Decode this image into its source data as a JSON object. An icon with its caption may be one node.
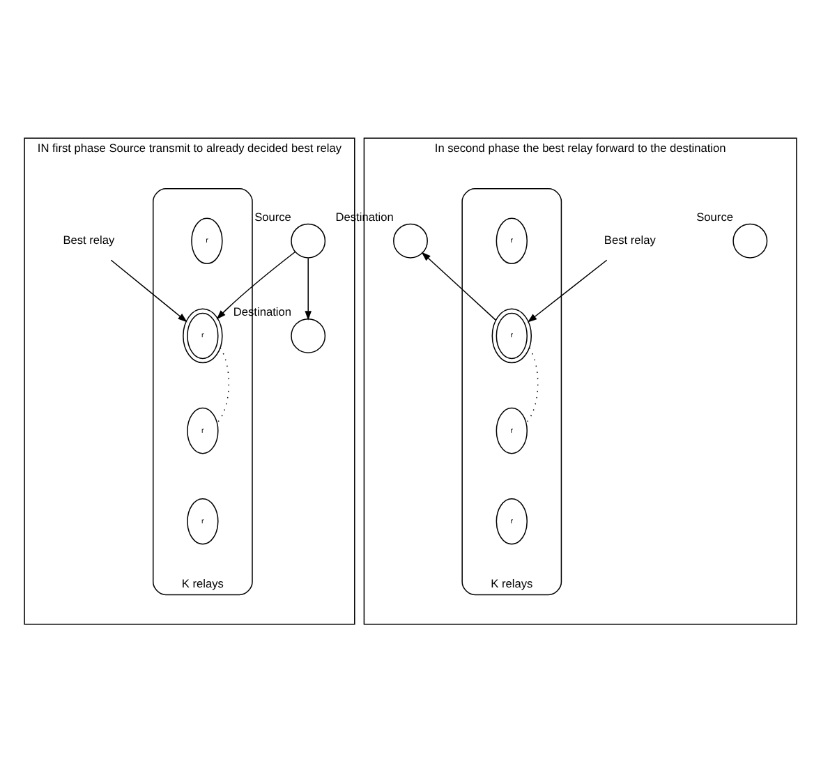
{
  "diagram": {
    "nodes": [
      {
        "text": [
          "IN first phase Source transmit to already decided best relay"
        ]
      },
      {
        "text": [
          "K relays"
        ],
        "in": 0
      },
      {
        "text": [
          "r"
        ],
        "in": 1
      },
      {
        "text": [
          "r"
        ],
        "in": 1
      },
      {
        "text": [
          "r"
        ],
        "in": 1
      },
      {
        "text": [
          "r"
        ],
        "in": 1
      },
      {
        "text": [
          "Best relay"
        ],
        "in": 0
      },
      {
        "text": [],
        "shape": "circle",
        "beside": [
          "Source"
        ],
        "in": 0
      },
      {
        "text": [],
        "shape": "circle",
        "beside": [
          "Destination"
        ],
        "in": 0
      },
      {
        "text": [
          "In second phase the best relay forward to the destination"
        ]
      },
      {
        "text": [
          "K relays"
        ],
        "in": 9
      },
      {
        "text": [
          "r"
        ],
        "in": 10
      },
      {
        "text": [
          "r"
        ],
        "in": 10
      },
      {
        "text": [
          "r"
        ],
        "in": 10
      },
      {
        "text": [
          "r"
        ],
        "in": 10
      },
      {
        "text": [
          "Best relay"
        ],
        "in": 9
      },
      {
        "text": [],
        "shape": "circle",
        "beside": [
          "Source"
        ],
        "in": 9
      },
      {
        "text": [],
        "shape": "circle",
        "beside": [
          "Destination"
        ],
        "in": 9
      }
    ],
    "edges": [
      {
        "from": 6,
        "to": 3,
        "arrow": "to"
      },
      {
        "from": 7,
        "to": 3,
        "arrow": "to"
      },
      {
        "from": 7,
        "to": 8,
        "arrow": "to"
      },
      {
        "from": 3,
        "to": 4,
        "arrow": "none",
        "style": "dashed"
      },
      {
        "from": 15,
        "to": 12,
        "arrow": "to"
      },
      {
        "from": 12,
        "to": 17,
        "arrow": "to"
      },
      {
        "from": 12,
        "to": 13,
        "arrow": "none",
        "style": "dashed"
      }
    ]
  }
}
